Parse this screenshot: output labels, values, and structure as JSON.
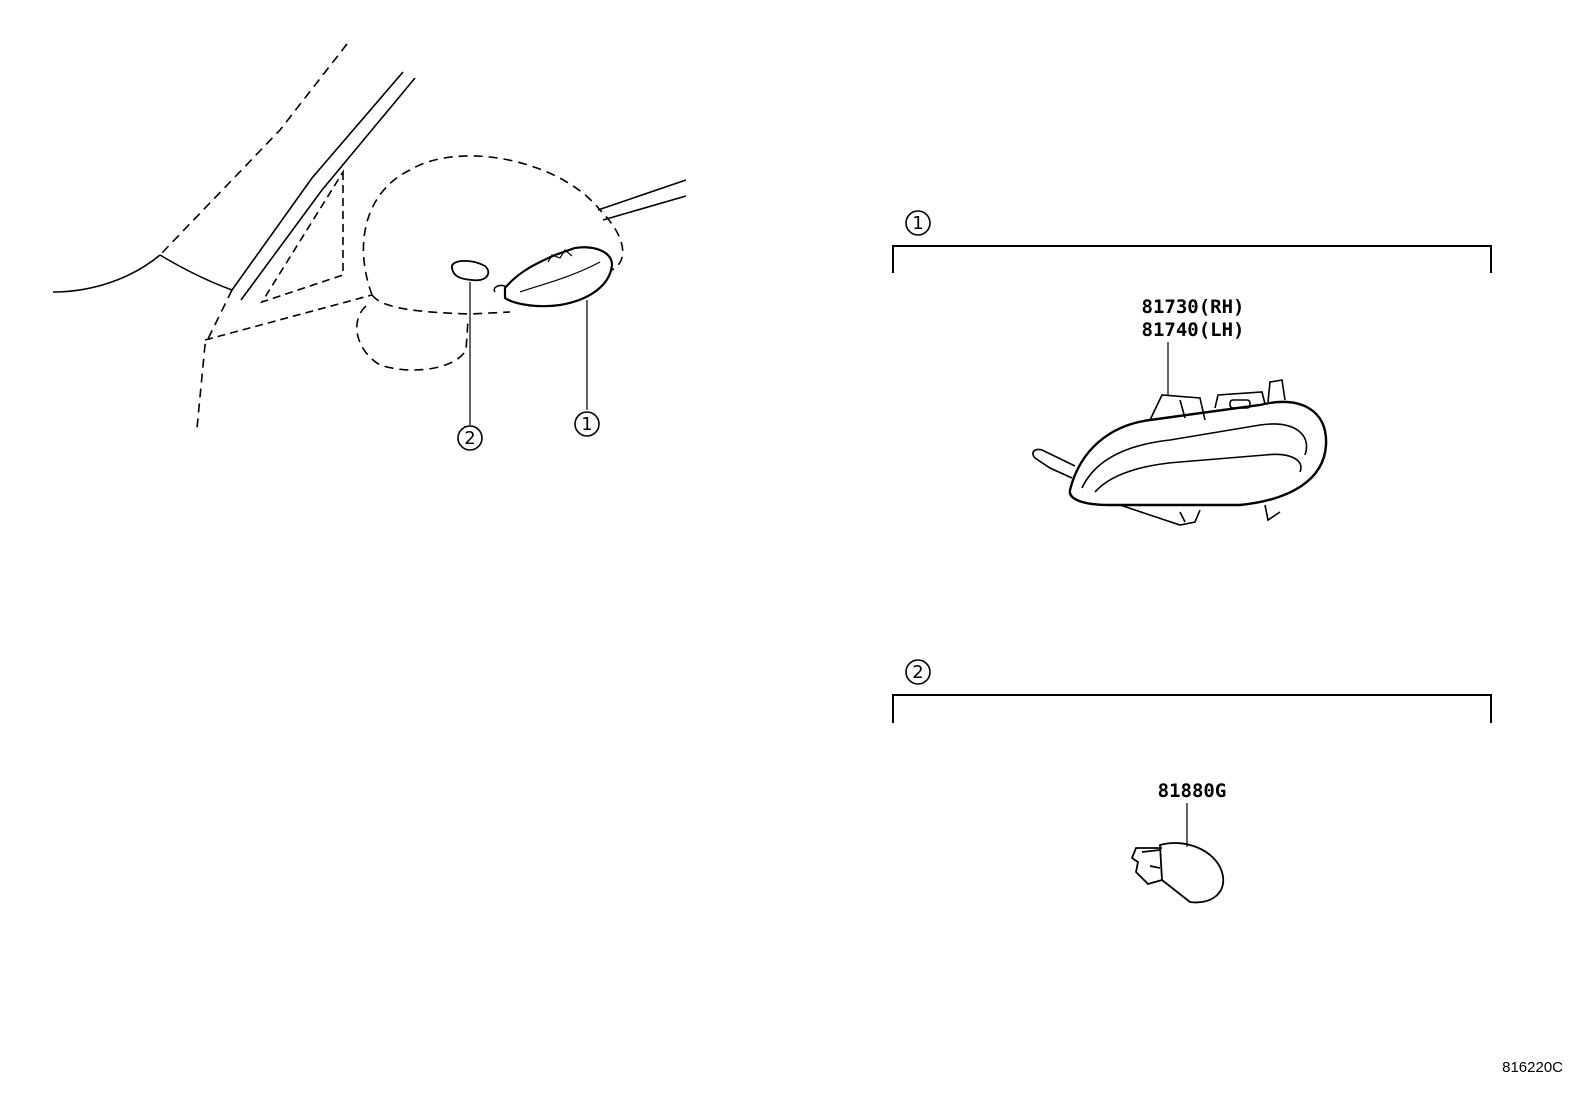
{
  "callouts": {
    "item1": "1",
    "item2": "2"
  },
  "sections": [
    {
      "number": "1",
      "part_numbers": [
        "81730(RH)",
        "81740(LH)"
      ],
      "part_icon": "mirror-turn-signal-lamp-icon"
    },
    {
      "number": "2",
      "part_numbers": [
        "81880G"
      ],
      "part_icon": "wedge-bulb-icon"
    }
  ],
  "figure_id": "816220C"
}
